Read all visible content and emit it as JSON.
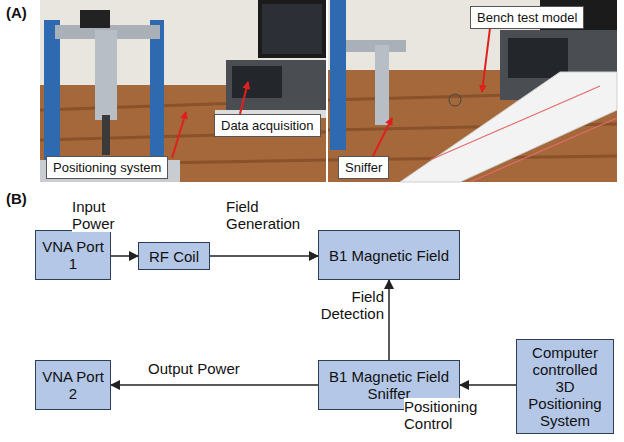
{
  "diagram": {
    "nodes": [
      {
        "text": [
          "VNA Port 1"
        ]
      },
      {
        "text": [
          "RF Coil"
        ]
      },
      {
        "text": [
          "B1 Magnetic Field"
        ]
      },
      {
        "text": [
          "VNA Port 2"
        ]
      },
      {
        "text": [
          "B1 Magnetic Field Sniffer"
        ]
      },
      {
        "text": [
          "Computer controlled 3D Positioning System"
        ]
      }
    ],
    "edges": [
      {
        "from": 0,
        "to": 1,
        "label": "Input Power",
        "arrow": "to"
      },
      {
        "from": 1,
        "to": 2,
        "label": "Field Generation",
        "arrow": "to"
      },
      {
        "from": 4,
        "to": 2,
        "label": "Field Detection",
        "arrow": "to"
      },
      {
        "from": 4,
        "to": 3,
        "label": "Output Power",
        "arrow": "to"
      },
      {
        "from": 5,
        "to": 4,
        "label": "Positioning Control",
        "arrow": "to"
      }
    ],
    "labels": [
      "(A)",
      "Positioning system",
      "Data acquisition",
      "Sniffer",
      "Bench test model",
      "(B)"
    ]
  }
}
